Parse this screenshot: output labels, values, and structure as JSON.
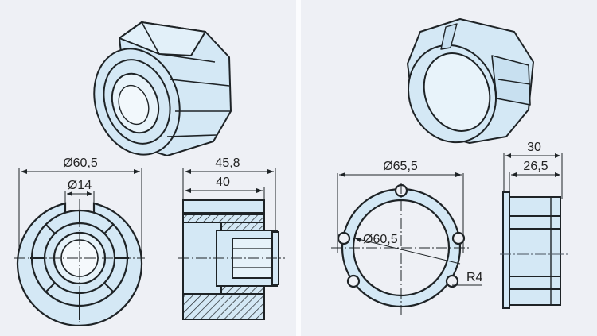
{
  "colors": {
    "background": "#eef0f5",
    "part_fill": "#d4e8f5",
    "outline": "#1e2326",
    "divider": "#fbfcfe",
    "centerline": "#4a5560"
  },
  "left_part": {
    "view_3d": "octagonal-adapter-isometric",
    "front_view": {
      "outer_diameter": "Ø60,5",
      "slot_width": "Ø14"
    },
    "side_view": {
      "overall_length": "45,8",
      "body_length": "40"
    }
  },
  "right_part": {
    "view_3d": "ring-adapter-isometric",
    "front_view": {
      "outer_diameter": "Ø65,5",
      "inner_diameter": "Ø60,5",
      "notch_radius": "R4"
    },
    "side_view": {
      "overall_length": "30",
      "body_length": "26,5"
    }
  }
}
